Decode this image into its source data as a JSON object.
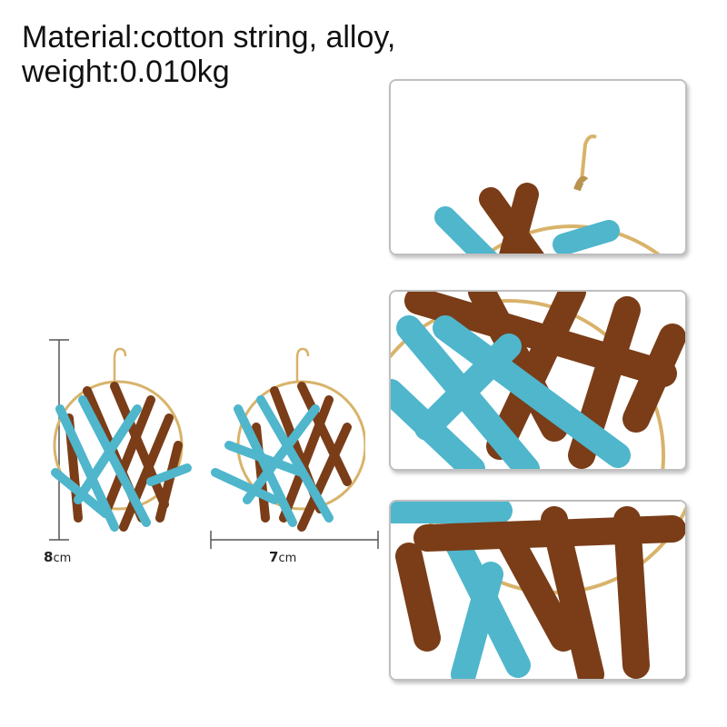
{
  "caption": {
    "line1": "Material:cotton string, alloy,",
    "line2": "weight:0.010kg"
  },
  "dimensions": {
    "height_value": "8",
    "height_unit": "cm",
    "width_value": "7",
    "width_unit": "cm"
  },
  "colors": {
    "turquoise": "#4fb6cc",
    "brown": "#7a3d18",
    "gold": "#d8b36a",
    "frame": "#bfbfbf"
  }
}
